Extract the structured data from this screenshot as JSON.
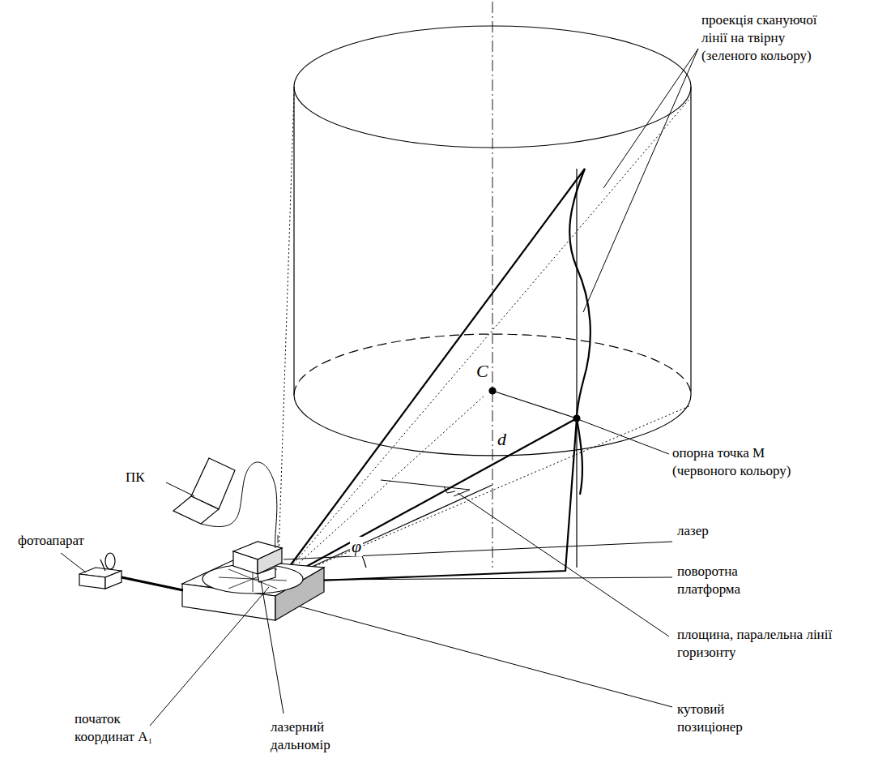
{
  "diagram": {
    "labels": [
      "проекція скануючої лінії на твірну (зеленого кольору)",
      "ПК",
      "C",
      "d",
      "опорна точка M (червоного кольору)",
      "фотоапарат",
      "φ",
      "площина, паралельна лінії горизонту",
      "лазер",
      "поворотна платформа",
      "кутовий позиціонер",
      "початок координат A₁",
      "лазерний дальномір"
    ]
  }
}
